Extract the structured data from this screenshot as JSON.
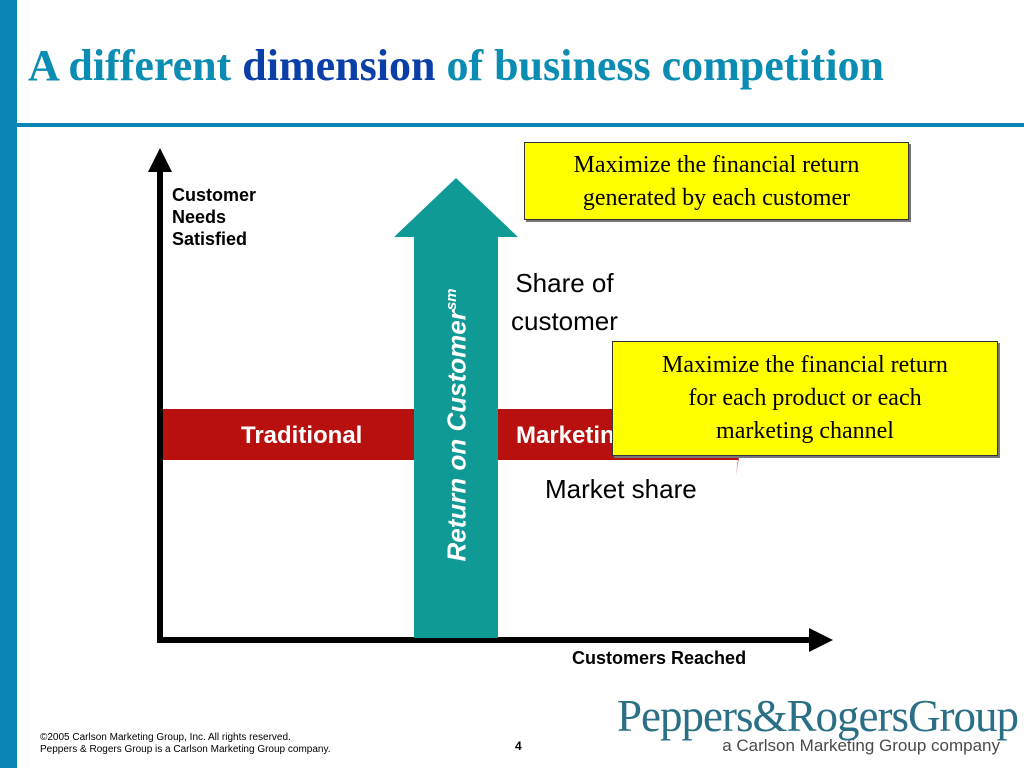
{
  "slide": {
    "title_part1": "A different ",
    "title_highlight": "dimension",
    "title_part2": " of business competition",
    "page_number": "4"
  },
  "diagram": {
    "y_axis_label": "Customer\nNeeds\nSatisfied",
    "x_axis_label": "Customers Reached",
    "band_left_text": "Traditional",
    "band_right_text": "Marketing",
    "vertical_arrow_text": "Return on Customer",
    "vertical_arrow_superscript": "sm",
    "share_label": "Share of\ncustomer",
    "market_share_label": "Market share",
    "box_top_text": "Maximize the financial return\ngenerated by each customer",
    "box_mid_text": "Maximize the financial return\nfor each product or each\nmarketing channel"
  },
  "logo": {
    "main": "Peppers&RogersGroup",
    "sub": "a Carlson Marketing Group company"
  },
  "footer": {
    "lines": "©2005 Carlson Marketing Group, Inc. All rights reserved.\nPeppers & Rogers Group is a Carlson Marketing Group company."
  },
  "colors": {
    "accent_blue": "#0a85b5",
    "title_highlight": "#0a3fa8",
    "band_red": "#b80f0f",
    "arrow_teal": "#0f9a96",
    "callout_yellow": "#ffff00"
  }
}
